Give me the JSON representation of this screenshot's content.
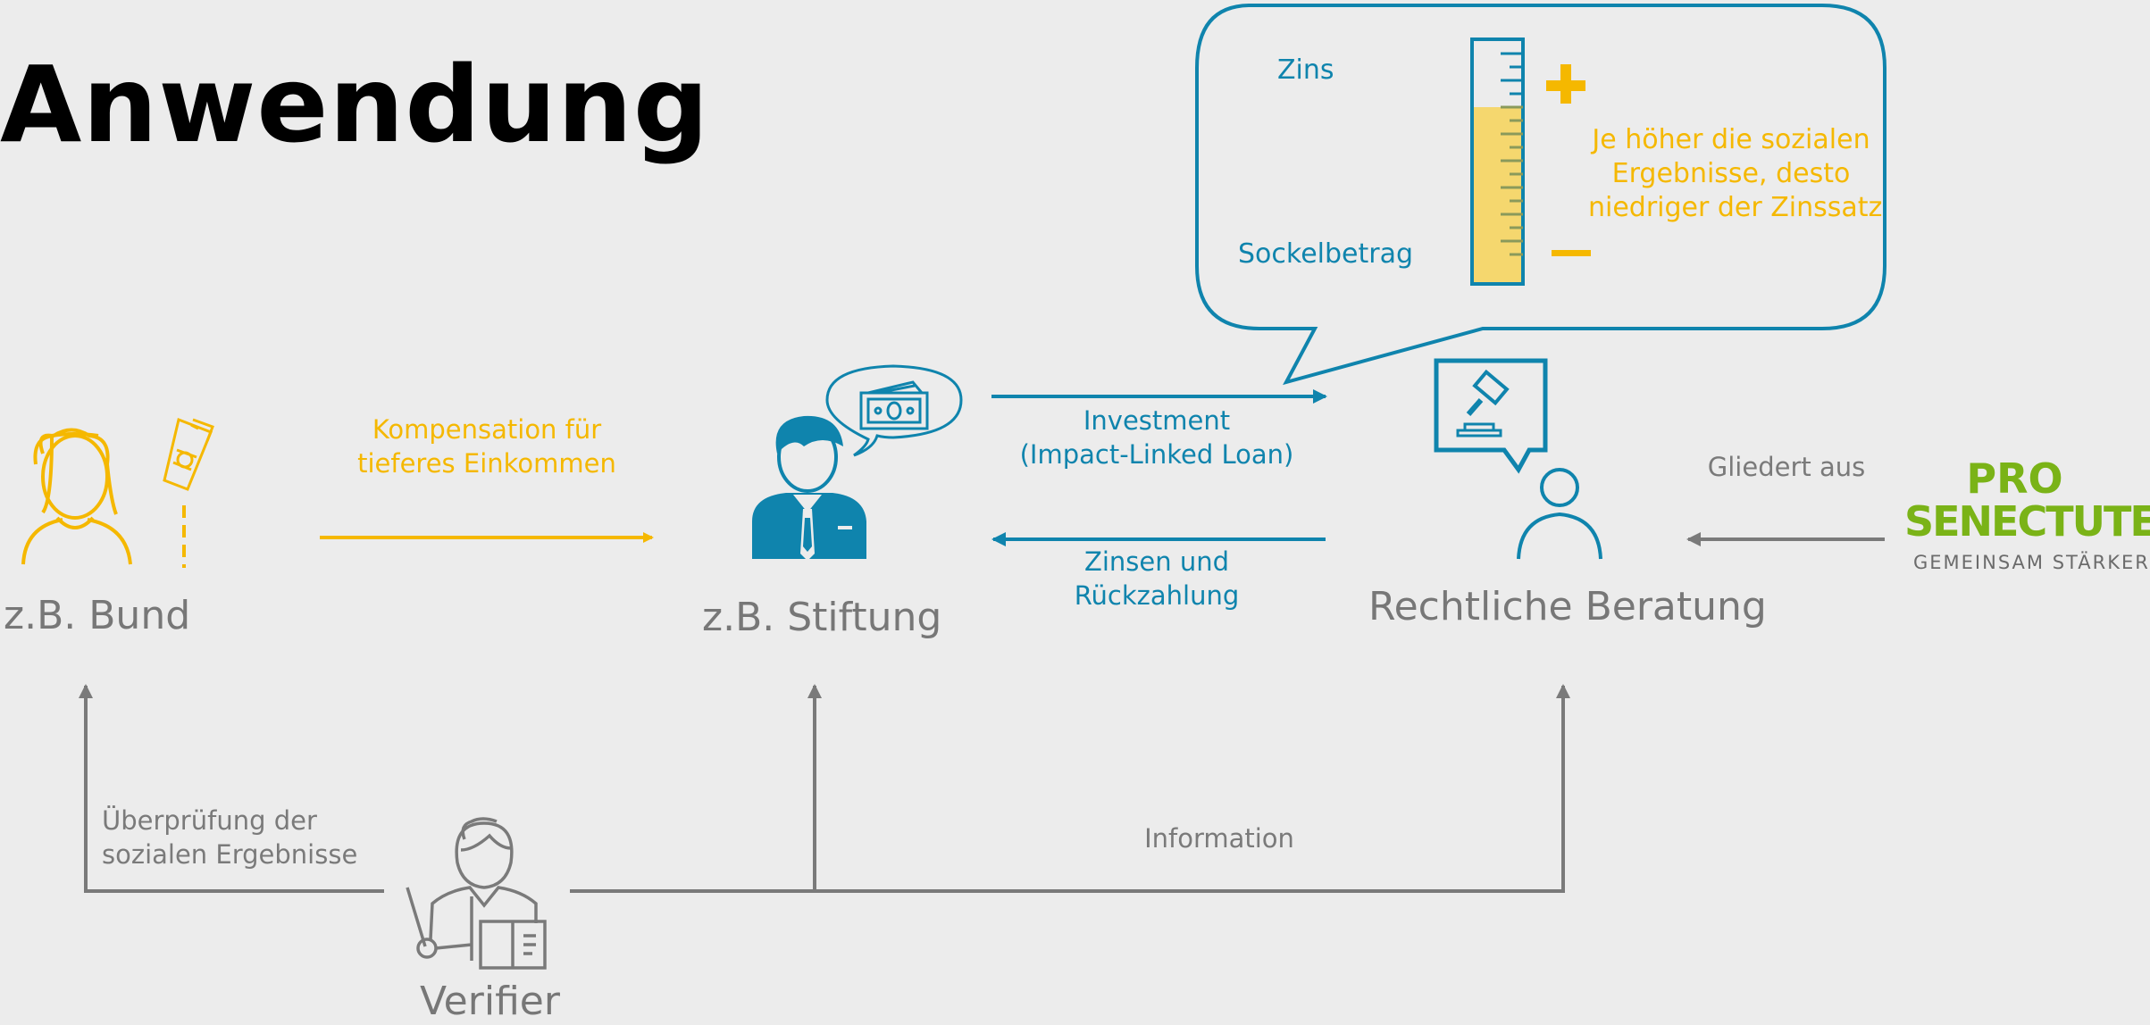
{
  "title": "Anwendung",
  "nodes": {
    "bund": "z.B. Bund",
    "stiftung": "z.B. Stiftung",
    "beratung": "Rechtliche Beratung",
    "verifier": "Verifier"
  },
  "edges": {
    "kompensation": [
      "Kompensation für",
      "tieferes Einkommen"
    ],
    "investment": [
      "Investment",
      "(Impact-Linked Loan)"
    ],
    "zinsen": [
      "Zinsen und",
      "Rückzahlung"
    ],
    "gliedert": "Gliedert aus",
    "ueberpruefung": [
      "Überprüfung der",
      "sozialen Ergebnisse"
    ],
    "information": "Information"
  },
  "bubble": {
    "zins_label": "Zins",
    "sockel_label": "Sockelbetrag",
    "note": [
      "Je höher die sozialen",
      "Ergebnisse, desto",
      "niedriger der Zinssatz"
    ]
  },
  "logo": {
    "line1": "PRO",
    "line2": "SENECTUTE",
    "tagline": "GEMEINSAM STÄRKER"
  },
  "colors": {
    "blue": "#0f84ad",
    "yellow": "#f5b800",
    "gray": "#7a7a7a",
    "logo_green": "#7ab317"
  }
}
